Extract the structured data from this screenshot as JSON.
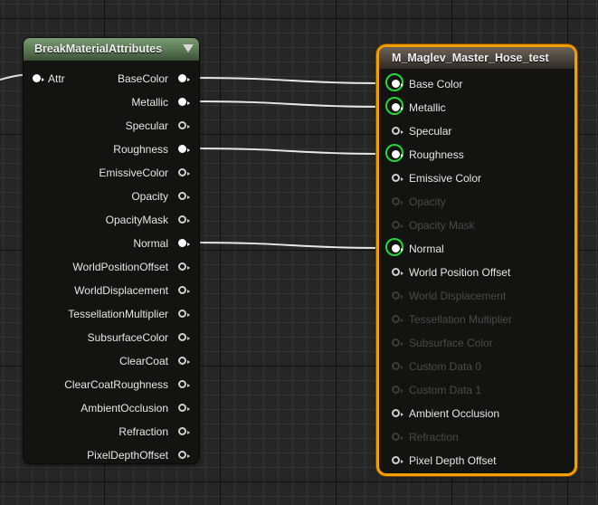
{
  "break_node": {
    "title": "BreakMaterialAttributes",
    "input": {
      "label": "Attr",
      "connected": true
    },
    "outputs": [
      {
        "label": "BaseColor",
        "connected": true
      },
      {
        "label": "Metallic",
        "connected": true
      },
      {
        "label": "Specular",
        "connected": false
      },
      {
        "label": "Roughness",
        "connected": true
      },
      {
        "label": "EmissiveColor",
        "connected": false
      },
      {
        "label": "Opacity",
        "connected": false
      },
      {
        "label": "OpacityMask",
        "connected": false
      },
      {
        "label": "Normal",
        "connected": true
      },
      {
        "label": "WorldPositionOffset",
        "connected": false
      },
      {
        "label": "WorldDisplacement",
        "connected": false
      },
      {
        "label": "TessellationMultiplier",
        "connected": false
      },
      {
        "label": "SubsurfaceColor",
        "connected": false
      },
      {
        "label": "ClearCoat",
        "connected": false
      },
      {
        "label": "ClearCoatRoughness",
        "connected": false
      },
      {
        "label": "AmbientOcclusion",
        "connected": false
      },
      {
        "label": "Refraction",
        "connected": false
      },
      {
        "label": "PixelDepthOffset",
        "connected": false
      }
    ]
  },
  "material_node": {
    "title": "M_Maglev_Master_Hose_test",
    "inputs": [
      {
        "label": "Base Color",
        "connected": true,
        "enabled": true
      },
      {
        "label": "Metallic",
        "connected": true,
        "enabled": true
      },
      {
        "label": "Specular",
        "connected": false,
        "enabled": true
      },
      {
        "label": "Roughness",
        "connected": true,
        "enabled": true
      },
      {
        "label": "Emissive Color",
        "connected": false,
        "enabled": true
      },
      {
        "label": "Opacity",
        "connected": false,
        "enabled": false
      },
      {
        "label": "Opacity Mask",
        "connected": false,
        "enabled": false
      },
      {
        "label": "Normal",
        "connected": true,
        "enabled": true
      },
      {
        "label": "World Position Offset",
        "connected": false,
        "enabled": true
      },
      {
        "label": "World Displacement",
        "connected": false,
        "enabled": false
      },
      {
        "label": "Tessellation Multiplier",
        "connected": false,
        "enabled": false
      },
      {
        "label": "Subsurface Color",
        "connected": false,
        "enabled": false
      },
      {
        "label": "Custom Data 0",
        "connected": false,
        "enabled": false
      },
      {
        "label": "Custom Data 1",
        "connected": false,
        "enabled": false
      },
      {
        "label": "Ambient Occlusion",
        "connected": false,
        "enabled": true
      },
      {
        "label": "Refraction",
        "connected": false,
        "enabled": false
      },
      {
        "label": "Pixel Depth Offset",
        "connected": false,
        "enabled": true
      }
    ]
  },
  "connections": [
    {
      "from": "BaseColor",
      "to": "Base Color"
    },
    {
      "from": "Metallic",
      "to": "Metallic"
    },
    {
      "from": "Roughness",
      "to": "Roughness"
    },
    {
      "from": "Normal",
      "to": "Normal"
    }
  ],
  "colors": {
    "selection": "#f2a000",
    "highlight_ring": "#22d83a",
    "wire": "#e8e8e8"
  }
}
